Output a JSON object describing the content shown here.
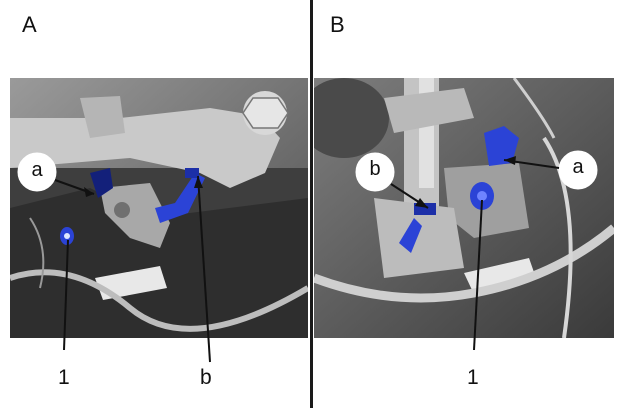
{
  "panels": [
    {
      "letter": "A",
      "callouts": {
        "a": "a",
        "b": "b",
        "one": "1"
      }
    },
    {
      "letter": "B",
      "callouts": {
        "a": "a",
        "b": "b",
        "one": "1"
      }
    }
  ],
  "colors": {
    "highlight": "#2b43d6",
    "highlight_dark": "#13207a",
    "photo_gray": "#8c8c8c",
    "frame": "#1a1a1a"
  }
}
